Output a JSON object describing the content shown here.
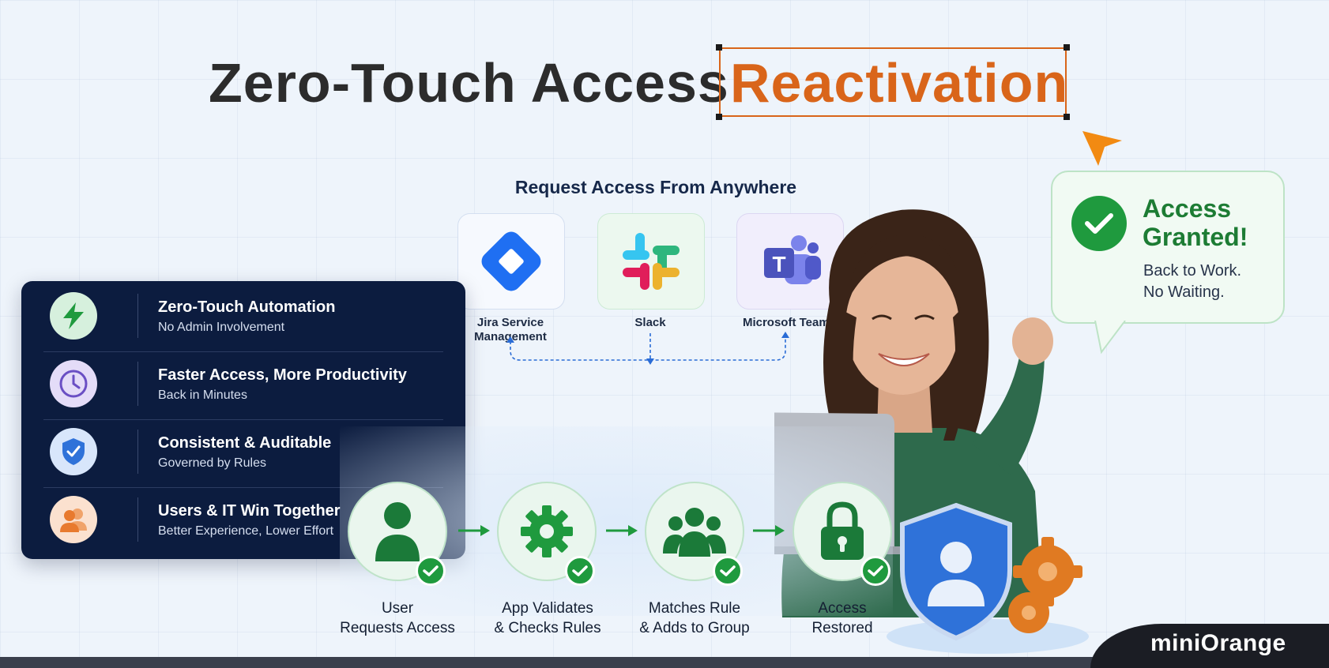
{
  "title": {
    "part1": "Zero-Touch Access",
    "part2": "Reactivation"
  },
  "request": {
    "heading": "Request Access From Anywhere",
    "apps": [
      {
        "label": "Jira Service Management",
        "icon": "jira-icon"
      },
      {
        "label": "Slack",
        "icon": "slack-icon"
      },
      {
        "label": "Microsoft Teams",
        "icon": "teams-icon"
      }
    ]
  },
  "features": [
    {
      "title": "Zero-Touch Automation",
      "subtitle": "No Admin Involvement",
      "icon": "lightning-icon",
      "color": "#1f9a3e"
    },
    {
      "title": "Faster Access, More Productivity",
      "subtitle": "Back in Minutes",
      "icon": "clock-icon",
      "color": "#6a4fc4"
    },
    {
      "title": "Consistent & Auditable",
      "subtitle": "Governed by Rules",
      "icon": "shield-check-icon",
      "color": "#2f72d9"
    },
    {
      "title": "Users & IT Win Together",
      "subtitle": "Better Experience, Lower Effort",
      "icon": "users-icon",
      "color": "#e87a2e"
    }
  ],
  "flow": [
    {
      "line1": "User",
      "line2": "Requests Access",
      "icon": "user-icon"
    },
    {
      "line1": "App Validates",
      "line2": "& Checks Rules",
      "icon": "gear-icon"
    },
    {
      "line1": "Matches Rule",
      "line2": "& Adds to Group",
      "icon": "group-icon"
    },
    {
      "line1": "Access",
      "line2": "Restored",
      "icon": "lock-icon"
    }
  ],
  "bubble": {
    "heading_line1": "Access",
    "heading_line2": "Granted!",
    "sub_line1": "Back to Work.",
    "sub_line2": "No Waiting."
  },
  "brand": {
    "logo_text": "miniOrange"
  },
  "colors": {
    "accent": "#d9651a",
    "success": "#1f9a3e",
    "navy": "#0c1c3f"
  }
}
